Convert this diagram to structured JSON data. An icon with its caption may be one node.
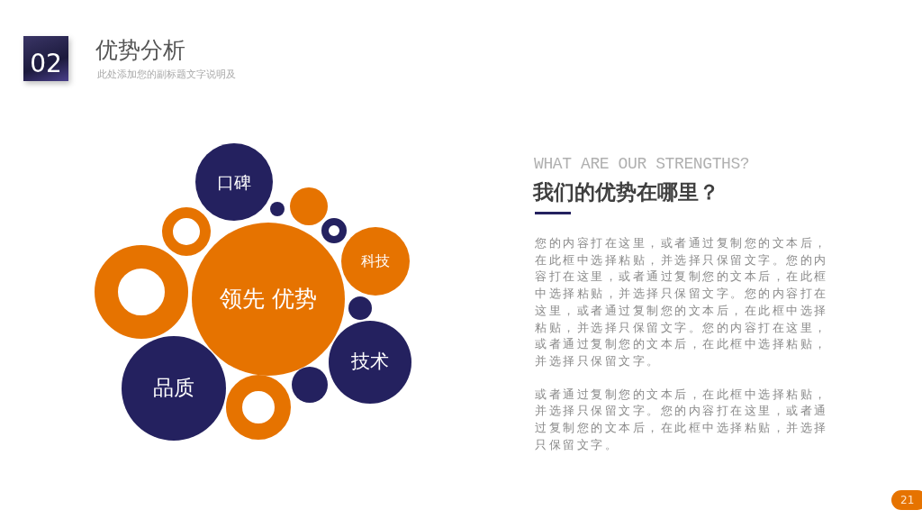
{
  "diagram": {
    "title": "优势分析",
    "nodes": [
      {
        "text": [
          "02"
        ]
      },
      {
        "text": [
          "口碑"
        ]
      },
      {
        "text": [],
        "shape": "circle"
      },
      {
        "text": [],
        "shape": "circle"
      },
      {
        "text": [],
        "shape": "ring"
      },
      {
        "text": [],
        "shape": "ring"
      },
      {
        "text": [
          "科技"
        ]
      },
      {
        "text": [],
        "shape": "ring"
      },
      {
        "text": [
          "领先 优势"
        ]
      },
      {
        "text": [],
        "shape": "circle"
      },
      {
        "text": [
          "技术"
        ]
      },
      {
        "text": [],
        "shape": "circle"
      },
      {
        "text": [
          "品质"
        ]
      },
      {
        "text": [],
        "shape": "ring"
      },
      {
        "text": [
          "21"
        ]
      }
    ],
    "labels": [
      "此处添加您的副标题文字说明及",
      "WHAT ARE OUR STRENGTHS?",
      "我们的优势在哪里？",
      "您的内容打在这里，或者通过复制您的文本后，在此框中选择粘贴，并选择只保留文字。您的内容打在这里，或者通过复制您的文本后，在此框中选择粘贴，并选择只保留文字。您的内容打在这里，或者通过复制您的文本后，在此框中选择粘贴，并选择只保留文字。您的内容打在这里，或者通过复制您的文本后，在此框中选择粘贴，并选择只保留文字。",
      "或者通过复制您的文本后，在此框中选择粘贴，并选择只保留文字。您的内容打在这里，或者通过复制您的文本后，在此框中选择粘贴，并选择只保留文字。"
    ]
  }
}
